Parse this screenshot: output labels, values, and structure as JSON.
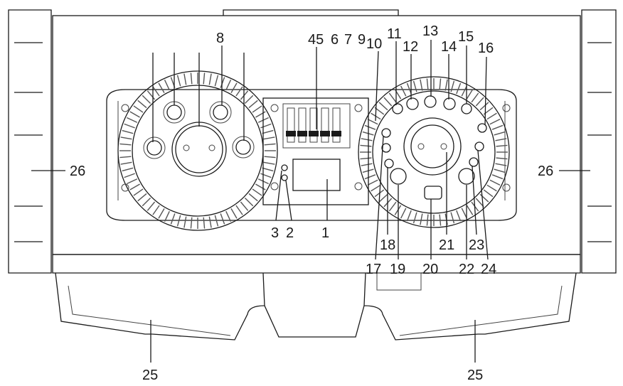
{
  "callouts": {
    "c1": "1",
    "c2": "2",
    "c3": "3",
    "c45": "45",
    "c6": "6",
    "c7": "7",
    "c8": "8",
    "c9": "9",
    "c10": "10",
    "c11": "11",
    "c12": "12",
    "c13": "13",
    "c14": "14",
    "c15": "15",
    "c16": "16",
    "c17": "17",
    "c18": "18",
    "c19": "19",
    "c20": "20",
    "c21": "21",
    "c22": "22",
    "c23": "23",
    "c24": "24",
    "c25_left": "25",
    "c25_right": "25",
    "c26_left": "26",
    "c26_right": "26"
  },
  "colors": {
    "line": "#1a1a1a",
    "panel": "#ffffff",
    "shade": "#e8e8e8"
  }
}
